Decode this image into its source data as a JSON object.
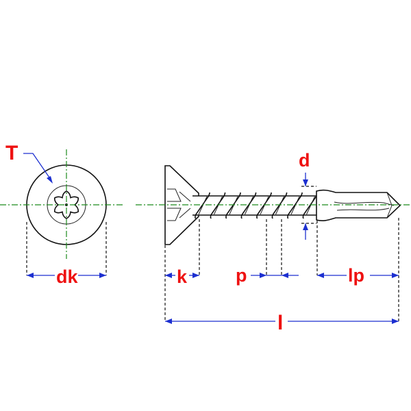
{
  "labels": {
    "torx": "T",
    "head_diameter": "dk",
    "head_height": "k",
    "pitch": "p",
    "thread_diameter": "d",
    "drill_point_length": "lp",
    "length": "l"
  },
  "colors": {
    "label": "#ee1111",
    "dimension_line": "#1c2fd0",
    "centerline": "#1a8a1a",
    "outline": "#111111"
  },
  "icons": {
    "head_view": "torx-recess-head-icon",
    "side_view": "self-drilling-countersunk-screw-icon"
  }
}
